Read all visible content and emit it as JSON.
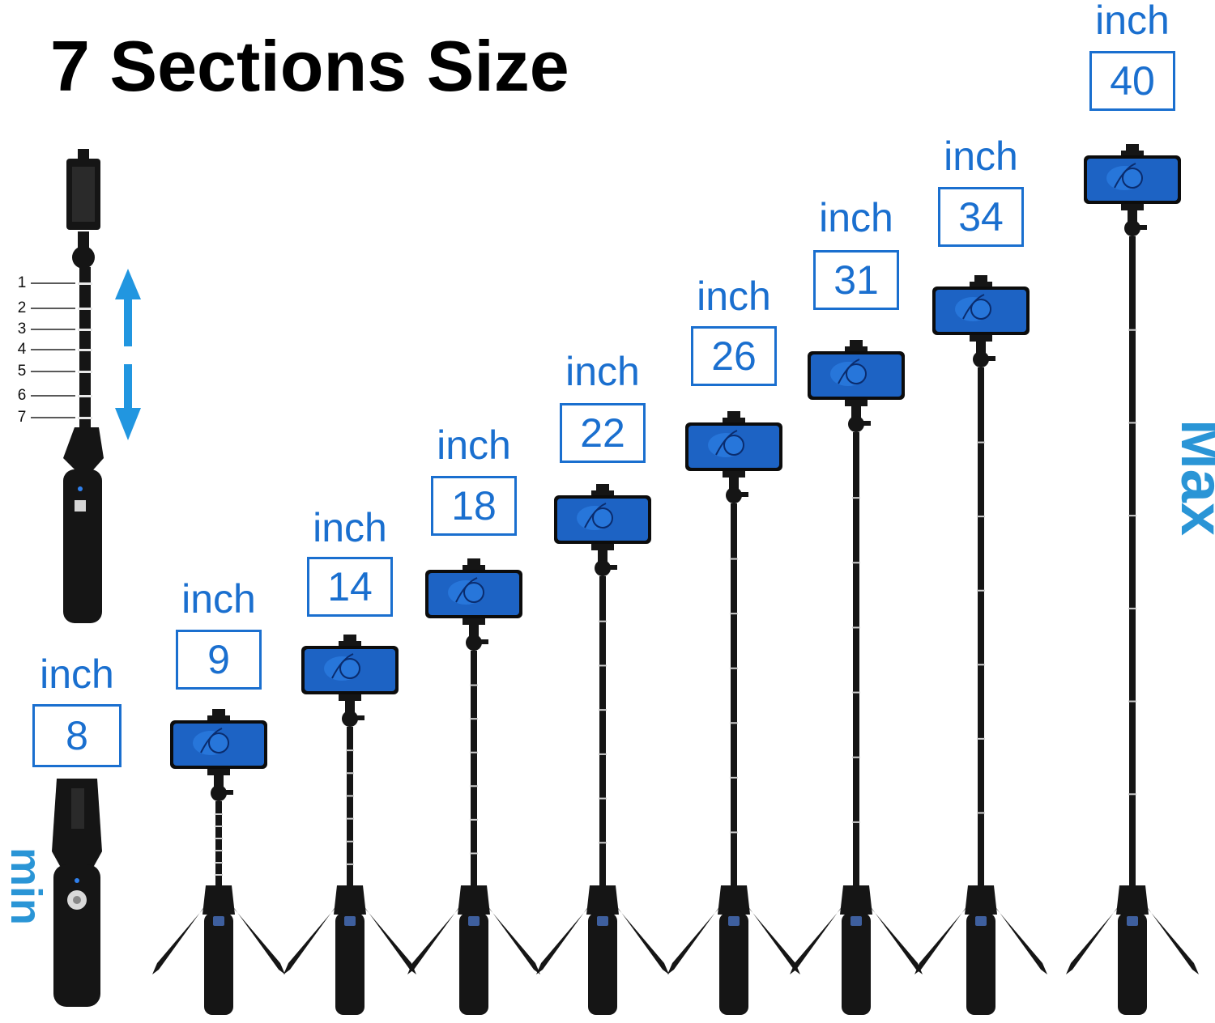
{
  "title": "7 Sections Size",
  "unit_label": "inch",
  "colors": {
    "accent": "#1a6fcf",
    "side_label": "#2a95d6",
    "arrow": "#2196e0",
    "stick": "#151515",
    "phone_screen": "#1d63c4",
    "text": "#000000"
  },
  "side_labels": {
    "max": "Max",
    "min": "min"
  },
  "section_numbers": [
    "1",
    "2",
    "3",
    "4",
    "5",
    "6",
    "7"
  ],
  "lengths": [
    "8",
    "9",
    "14",
    "18",
    "22",
    "26",
    "31",
    "34",
    "40"
  ],
  "icons": [
    "tripod-selfie-stick-icon",
    "phone-holder-icon",
    "up-arrow-icon",
    "down-arrow-icon",
    "remote-control-icon"
  ]
}
